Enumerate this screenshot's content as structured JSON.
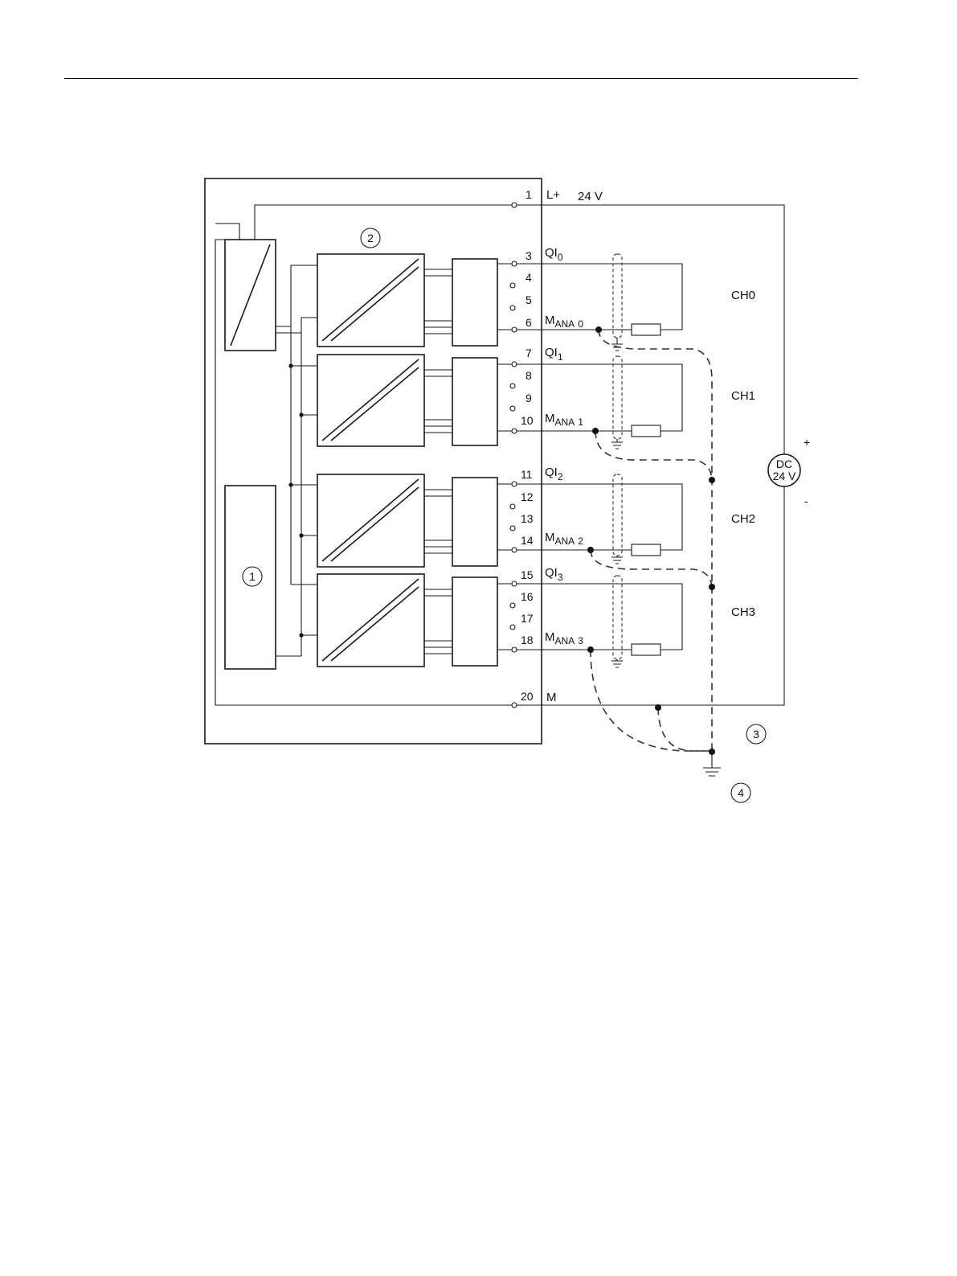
{
  "terminals": {
    "t1": "1",
    "t3": "3",
    "t4": "4",
    "t5": "5",
    "t6": "6",
    "t7": "7",
    "t8": "8",
    "t9": "9",
    "t10": "10",
    "t11": "11",
    "t12": "12",
    "t13": "13",
    "t14": "14",
    "t15": "15",
    "t16": "16",
    "t17": "17",
    "t18": "18",
    "t20": "20"
  },
  "signals": {
    "lplus": "L+",
    "supply": "24 V",
    "m": "M",
    "qi_base": "QI",
    "mana_base": "M",
    "mana_sub": "ANA",
    "qi0_idx": "0",
    "qi1_idx": "1",
    "qi2_idx": "2",
    "qi3_idx": "3",
    "mana0_idx": "0",
    "mana1_idx": "1",
    "mana2_idx": "2",
    "mana3_idx": "3"
  },
  "channels": {
    "ch0": "CH0",
    "ch1": "CH1",
    "ch2": "CH2",
    "ch3": "CH3"
  },
  "power_source": {
    "line1": "DC",
    "line2": "24 V",
    "plus": "+",
    "minus": "-"
  },
  "callouts": {
    "c1": "1",
    "c2": "2",
    "c3": "3",
    "c4": "4"
  }
}
